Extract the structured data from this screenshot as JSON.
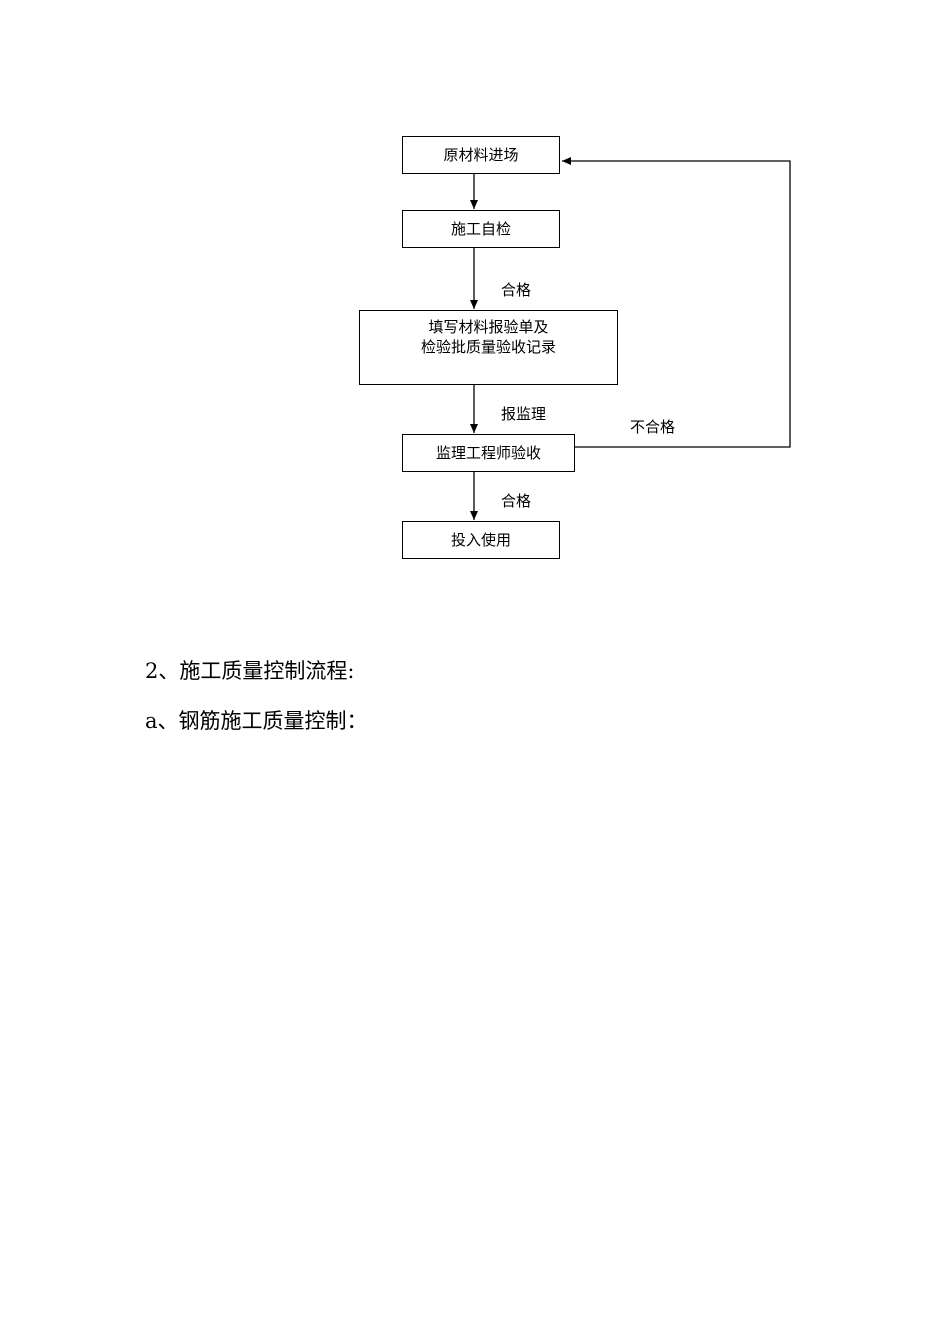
{
  "flowchart": {
    "nodes": {
      "raw_material_entry": "原材料进场",
      "self_inspection": "施工自检",
      "fill_forms_line1": "填写材料报验单及",
      "fill_forms_line2": "检验批质量验收记录",
      "engineer_acceptance": "监理工程师验收",
      "put_into_use": "投入使用"
    },
    "edges": {
      "qualified_1": "合格",
      "report_supervision": "报监理",
      "unqualified": "不合格",
      "qualified_2": "合格"
    }
  },
  "paragraphs": {
    "section_2": "2、施工质量控制流程:",
    "item_a": "a、钢筋施工质量控制："
  }
}
